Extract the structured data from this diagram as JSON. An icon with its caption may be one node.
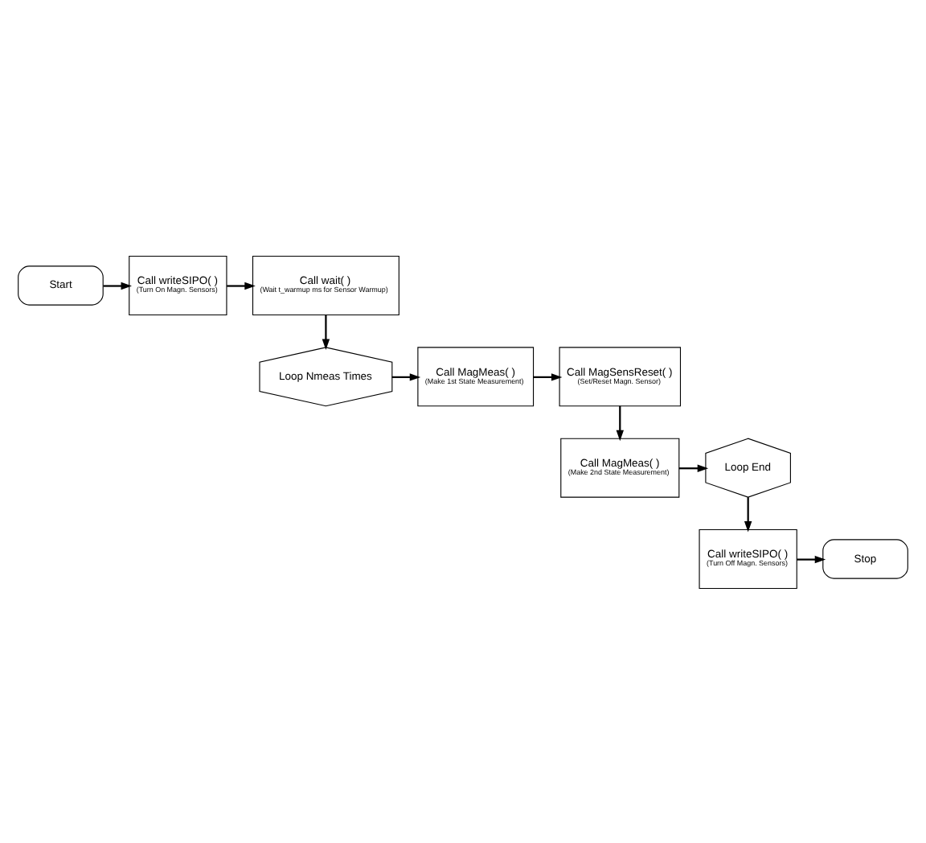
{
  "diagram": {
    "nodes": [
      {
        "text": [
          "Start"
        ]
      },
      {
        "text": [
          "Call writeSIPO( )",
          "(Turn On Magn. Sensors)"
        ]
      },
      {
        "text": [
          "Call wait( )",
          "(Wait t_warmup ms for Sensor Warmup)"
        ]
      },
      {
        "text": [
          "Loop Nmeas Times"
        ]
      },
      {
        "text": [
          "Call MagMeas( )",
          "(Make 1st State Measurement)"
        ]
      },
      {
        "text": [
          "Call MagSensReset( )",
          "(Set/Reset Magn. Sensor)"
        ]
      },
      {
        "text": [
          "Call MagMeas( )",
          "(Make 2nd State Measurement)"
        ]
      },
      {
        "text": [
          "Loop End"
        ]
      },
      {
        "text": [
          "Call writeSIPO( )",
          "(Turn Off Magn. Sensors)"
        ]
      },
      {
        "text": [
          "Stop"
        ]
      }
    ],
    "edges": [
      {
        "from": 0,
        "to": 1,
        "arrow": "to"
      },
      {
        "from": 1,
        "to": 2,
        "arrow": "to"
      },
      {
        "from": 2,
        "to": 3,
        "arrow": "to"
      },
      {
        "from": 3,
        "to": 4,
        "arrow": "to"
      },
      {
        "from": 4,
        "to": 5,
        "arrow": "to"
      },
      {
        "from": 5,
        "to": 6,
        "arrow": "to"
      },
      {
        "from": 6,
        "to": 7,
        "arrow": "to"
      },
      {
        "from": 7,
        "to": 8,
        "arrow": "to"
      },
      {
        "from": 8,
        "to": 9,
        "arrow": "to"
      }
    ]
  }
}
